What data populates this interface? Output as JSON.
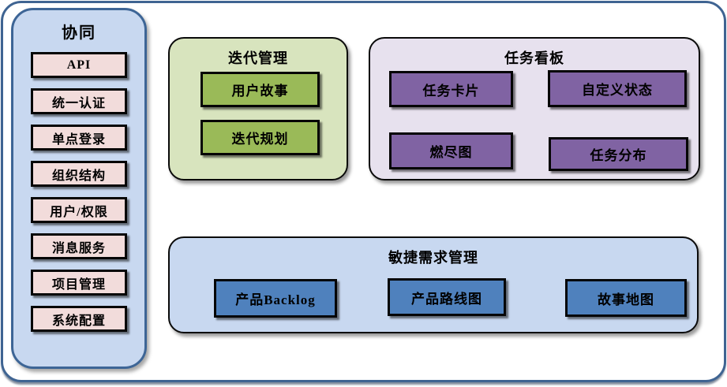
{
  "colors": {
    "frame_border": "#3F6492",
    "panel_collab_bg": "#C8D8F0",
    "panel_collab_border": "#3D6596",
    "item_pink_bg": "#F2DCDB",
    "panel_iteration_bg": "#D8E4BE",
    "item_green_bg": "#9ABA58",
    "panel_kanban_bg": "#E7E1EE",
    "item_purple_bg": "#8063A3",
    "panel_req_bg": "#C8D8F0",
    "item_blue_bg": "#4F81BD"
  },
  "sidebar": {
    "title": "协同",
    "items": [
      "API",
      "统一认证",
      "单点登录",
      "组织结构",
      "用户/权限",
      "消息服务",
      "项目管理",
      "系统配置"
    ]
  },
  "panels": {
    "iteration": {
      "title": "迭代管理",
      "items": [
        "用户故事",
        "迭代规划"
      ]
    },
    "kanban": {
      "title": "任务看板",
      "items": [
        "任务卡片",
        "自定义状态",
        "燃尽图",
        "任务分布"
      ]
    },
    "requirements": {
      "title": "敏捷需求管理",
      "items": [
        "产品Backlog",
        "产品路线图",
        "故事地图"
      ]
    }
  }
}
